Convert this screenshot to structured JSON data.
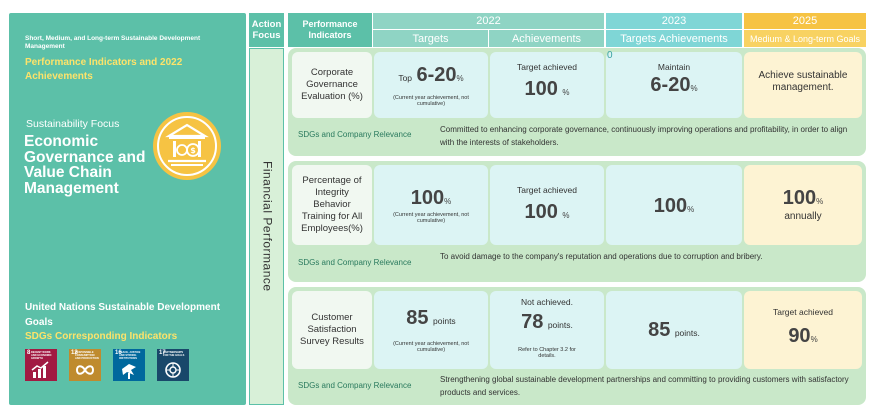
{
  "left": {
    "small_title": "Short, Medium, and Long-term Sustainable Development Management",
    "pi_title": "Performance Indicators and 2022 Achievements",
    "sf_label": "Sustainability Focus",
    "sf_title": "Economic Governance and Value Chain Management",
    "un_title": "United Nations Sustainable Development Goals",
    "sdg_indicators": "SDGs Corresponding Indicators",
    "emblem_icon": "bank-building-coin-icon",
    "sdgs": [
      {
        "num": "8",
        "caption": "DECENT WORK AND ECONOMIC GROWTH",
        "color": "#a21942",
        "icon": "growth-chart-icon"
      },
      {
        "num": "12",
        "caption": "RESPONSIBLE CONSUMPTION AND PRODUCTION",
        "color": "#bf8b2e",
        "icon": "infinity-icon"
      },
      {
        "num": "16",
        "caption": "PEACE, JUSTICE AND STRONG INSTITUTIONS",
        "color": "#00689d",
        "icon": "dove-icon"
      },
      {
        "num": "17",
        "caption": "PARTNERSHIPS FOR THE GOALS",
        "color": "#19486a",
        "icon": "partnership-ring-icon"
      }
    ]
  },
  "header": {
    "action_focus": "Action Focus",
    "performance_indicators": "Performance Indicators",
    "y2022": "2022",
    "targets": "Targets",
    "achievements": "Achievements",
    "y2023": "2023",
    "targets_achievements": "Targets  Achievements",
    "y2025": "2025",
    "mid_long": "Medium & Long-term Goals"
  },
  "focus": "Financial Performance",
  "sdgs_label": "SDGs and Company Relevance",
  "rows": [
    {
      "indicator": "Corporate Governance Evaluation (%)",
      "target_prefix": "Top",
      "target_value": "6-20",
      "target_unit": "%",
      "target_note": "(Current year achievement, not cumulative)",
      "ach_label": "Target achieved",
      "ach_value": "100",
      "ach_unit": "%",
      "y2023_mark": "0",
      "y2023_label": "Maintain",
      "y2023_value": "6-20",
      "y2023_unit": "%",
      "y2025_text": "Achieve sustainable management.",
      "desc": "Committed to enhancing corporate governance, continuously improving operations and profitability, in order to align with the interests of stakeholders."
    },
    {
      "indicator": "Percentage of Integrity Behavior Training for All Employees(%)",
      "target_value": "100",
      "target_unit": "%",
      "target_note": "(Current year achievement, not cumulative)",
      "ach_label": "Target achieved",
      "ach_value": "100",
      "ach_unit": "%",
      "y2023_value": "100",
      "y2023_unit": "%",
      "y2025_value": "100",
      "y2025_unit": "%",
      "y2025_sub": "annually",
      "desc": "To avoid damage to the company's reputation and operations due to corruption and bribery."
    },
    {
      "indicator": "Customer Satisfaction Survey Results",
      "target_value": "85",
      "target_unit": "points",
      "target_note": "(Current year achievement, not cumulative)",
      "ach_label": "Not achieved.",
      "ach_value": "78",
      "ach_unit": "points.",
      "ach_note": "Refer to Chapter 3.2 for details.",
      "y2023_value": "85",
      "y2023_unit": "points.",
      "y2025_label": "Target achieved",
      "y2025_value": "90",
      "y2025_unit": "%",
      "desc": "Strengthening global sustainable development partnerships and committing to providing customers with satisfactory products and services."
    }
  ],
  "colors": {
    "teal": "#5cc0a8",
    "gold": "#f6c343",
    "light_green": "#c9e8c9",
    "cyan_cell": "#dcf4f4",
    "cream_cell": "#fdf3d3"
  }
}
